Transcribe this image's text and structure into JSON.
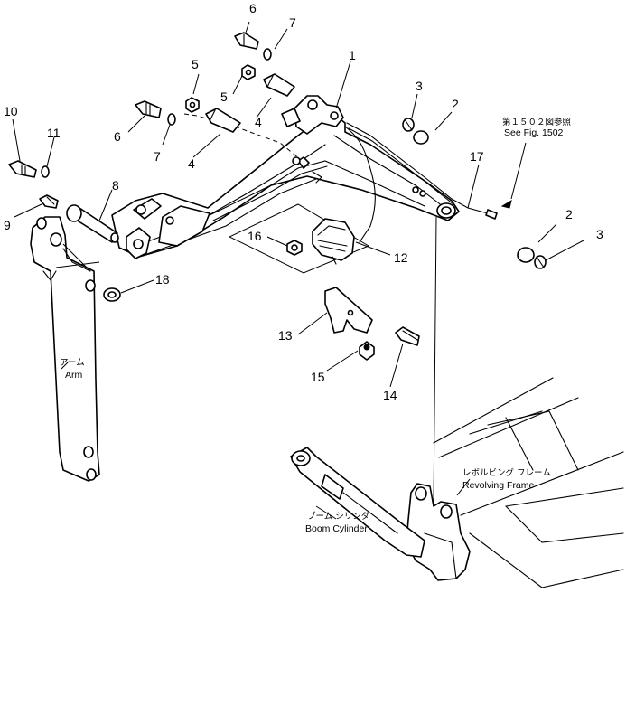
{
  "callouts": [
    {
      "id": "c1",
      "text": "1"
    },
    {
      "id": "c2a",
      "text": "2"
    },
    {
      "id": "c2b",
      "text": "2"
    },
    {
      "id": "c3a",
      "text": "3"
    },
    {
      "id": "c3b",
      "text": "3"
    },
    {
      "id": "c4a",
      "text": "4"
    },
    {
      "id": "c4b",
      "text": "4"
    },
    {
      "id": "c5a",
      "text": "5"
    },
    {
      "id": "c5b",
      "text": "5"
    },
    {
      "id": "c6a",
      "text": "6"
    },
    {
      "id": "c6b",
      "text": "6"
    },
    {
      "id": "c7a",
      "text": "7"
    },
    {
      "id": "c7b",
      "text": "7"
    },
    {
      "id": "c8",
      "text": "8"
    },
    {
      "id": "c9",
      "text": "9"
    },
    {
      "id": "c10",
      "text": "10"
    },
    {
      "id": "c11",
      "text": "11"
    },
    {
      "id": "c12",
      "text": "12"
    },
    {
      "id": "c13",
      "text": "13"
    },
    {
      "id": "c14",
      "text": "14"
    },
    {
      "id": "c15",
      "text": "15"
    },
    {
      "id": "c16",
      "text": "16"
    },
    {
      "id": "c17",
      "text": "17"
    },
    {
      "id": "c18",
      "text": "18"
    }
  ],
  "labels": {
    "fig_ref_jp": "第１５０２図参照",
    "fig_ref_en": "See Fig. 1502",
    "arm_jp": "アーム",
    "arm_en": "Arm",
    "frame_jp": "レボルビング フレーム",
    "frame_en": "Revolving Frame",
    "boom_cyl_jp": "ブーム シリンダ",
    "boom_cyl_en": "Boom Cylinder"
  },
  "colors": {
    "ink": "#000000",
    "paper": "#ffffff"
  }
}
